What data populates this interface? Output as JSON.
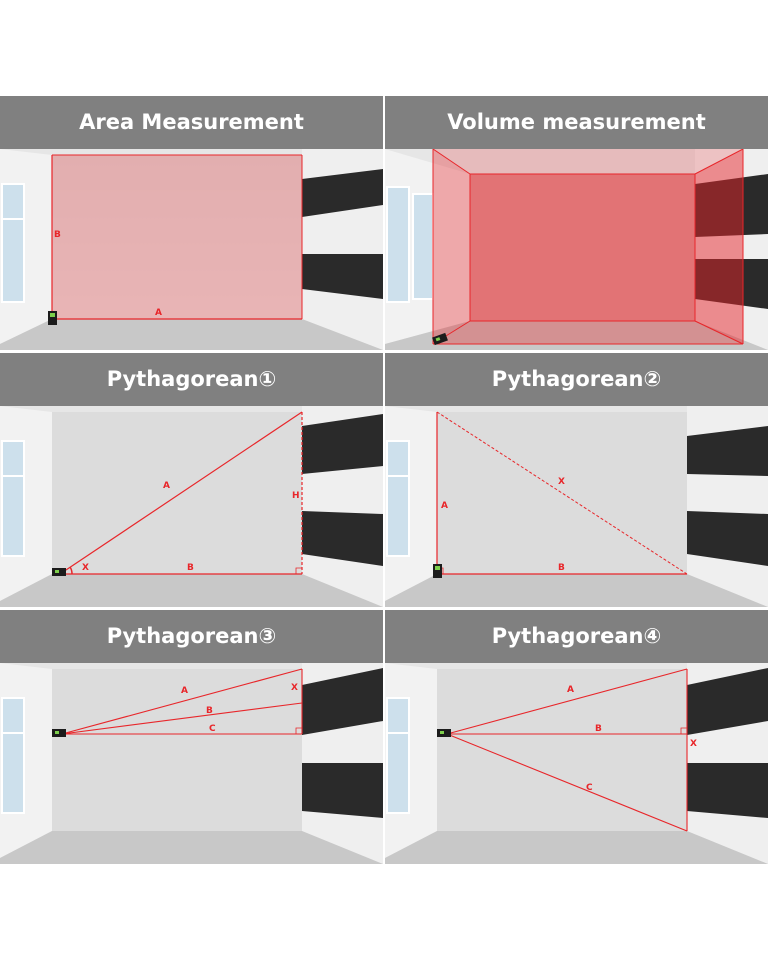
{
  "panels": [
    {
      "id": "area",
      "title": "Area Measurement",
      "labels": {
        "a": "A",
        "b": "B"
      }
    },
    {
      "id": "volume",
      "title": "Volume measurement",
      "labels": {}
    },
    {
      "id": "pyth1",
      "title": "Pythagorean①",
      "labels": {
        "a": "A",
        "b": "B",
        "h": "H",
        "x": "X"
      }
    },
    {
      "id": "pyth2",
      "title": "Pythagorean②",
      "labels": {
        "a": "A",
        "b": "B",
        "x": "X"
      }
    },
    {
      "id": "pyth3",
      "title": "Pythagorean③",
      "labels": {
        "a": "A",
        "b": "B",
        "c": "C",
        "x": "X"
      }
    },
    {
      "id": "pyth4",
      "title": "Pythagorean④",
      "labels": {
        "a": "A",
        "b": "B",
        "c": "C",
        "x": "X"
      }
    }
  ],
  "colors": {
    "header_bg": "#808080",
    "laser_red": "#e8262a",
    "wall": "#dcdcdc",
    "floor": "#c9c9c9",
    "black_stripe": "#2a2a2a"
  },
  "icons": [
    "laser-meter-icon",
    "window-icon",
    "right-angle-icon",
    "angle-arc-icon"
  ]
}
